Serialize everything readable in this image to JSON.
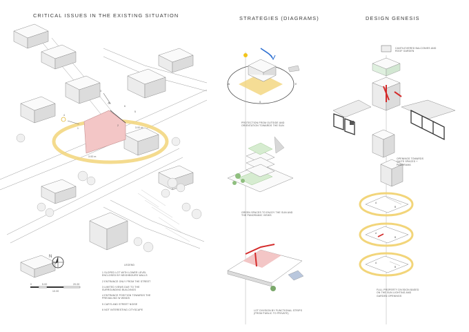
{
  "titles": {
    "critical": "CRITICAL ISSUES IN THE EXISTING SITUATION",
    "strategies": "STRATEGIES (DIAGRAMS)",
    "genesis": "DESIGN GENESIS"
  },
  "map": {
    "legend_title": "LEGEND",
    "legend_items": [
      "1 SLOPED LOT WITH LOWER LEVEL ENCLOSED BY NEIGHBOURS WALLS",
      "2 ENTRANCE ONLY FROM THE STREET",
      "3 LIMITED VIEWS DUE TO THE SURROUNDING BUILDINGS",
      "4 ENTRANCE POSITION TOWARDS THE PREVAILING W WINDS",
      "5 CAR'S AND STREET NOISE",
      "6 NOT INTERESTING CITYSCAPE"
    ],
    "scale_labels": [
      "0",
      "5.00",
      "20.00",
      "10.00"
    ],
    "dim_label_a": "3.00 m",
    "dim_label_b": "3.00 m",
    "site_numbers": [
      "1",
      "2",
      "3",
      "4",
      "5",
      "6"
    ],
    "north_label": "N"
  },
  "strategies": {
    "compass": [
      "W",
      "S",
      "E"
    ],
    "caption_1": "PROTECTION FROM OUTSIDE AND ORIENTATION TOWARDS THE SUN",
    "caption_2": "GREEN SPACES TO ENJOY THE SUN AND THE PANORAMIC VIEWS",
    "caption_3": "LOT DIVISION BY FUNCTIONAL STRIPS (FROM PUBLIC TO PRIVATE)"
  },
  "genesis": {
    "caption_1": "CANTILEVERED BALCONIES AND ROOF GARDEN",
    "caption_2": "OPENINGS TOWARDS QUITE SPACES + PANORAMA",
    "caption_3": "FULL PROPERTY DIVISION BASED ON THE SUN LIGHTING AND GARDEN OPENINGS",
    "plan_labels": [
      "A",
      "B",
      "A",
      "B",
      "A",
      "B"
    ]
  },
  "colors": {
    "sun_arc": "#f2d57a",
    "site_pink": "#f3c6c6",
    "accent_red": "#d42b2b",
    "green": "#8fbf7f",
    "blue": "#2d6fd1"
  }
}
